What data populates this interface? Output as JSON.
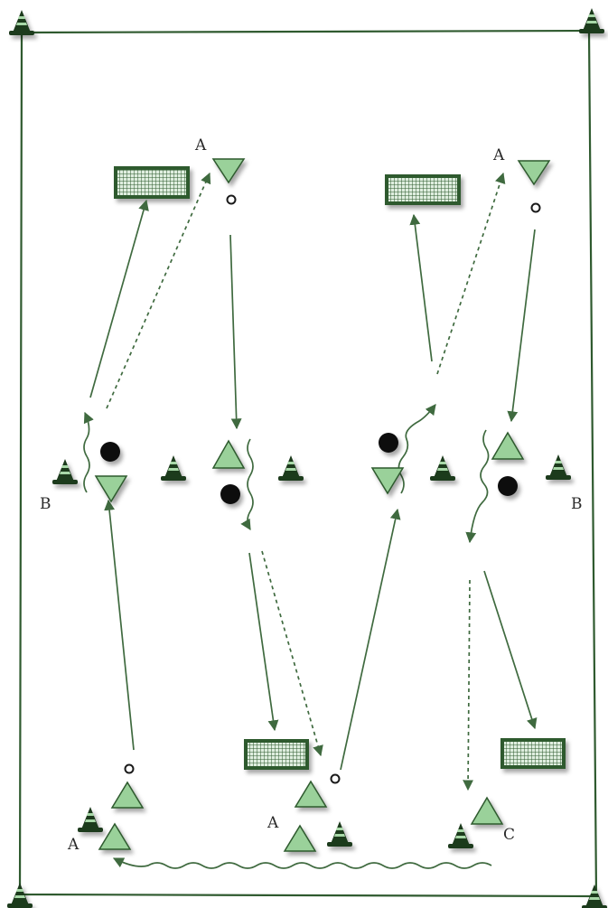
{
  "labels": {
    "a_top_left": "A",
    "a_top_right": "A",
    "b_left": "B",
    "b_right": "B",
    "a_bottom_left": "A",
    "a_bottom_mid": "A",
    "c_bottom_right": "C"
  },
  "colors": {
    "player_fill": "#9ad19a",
    "line": "#3f6a3f",
    "cone": "#1f3a1f",
    "goal": "#2f5a2f",
    "ball": "#111111"
  },
  "legend_icons": [
    "cone-icon",
    "goal-icon",
    "player-triangle-icon",
    "ball-icon"
  ]
}
